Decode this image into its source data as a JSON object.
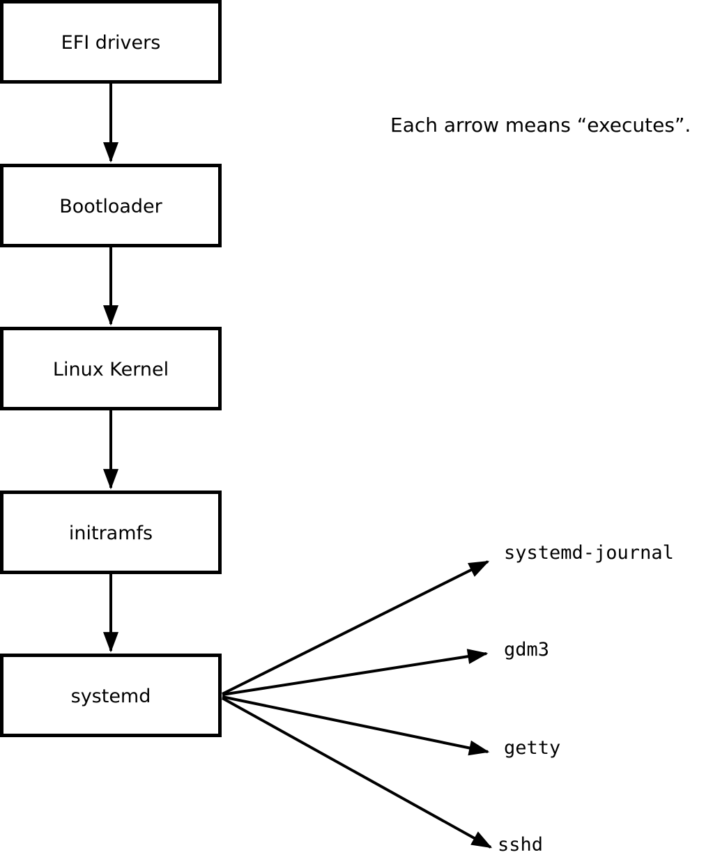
{
  "diagram": {
    "note": "Each arrow means “executes”.",
    "chain": [
      {
        "label": "EFI drivers"
      },
      {
        "label": "Bootloader"
      },
      {
        "label": "Linux Kernel"
      },
      {
        "label": "initramfs"
      },
      {
        "label": "systemd"
      }
    ],
    "targets": [
      {
        "label": "systemd-journal"
      },
      {
        "label": "gdm3"
      },
      {
        "label": "getty"
      },
      {
        "label": "sshd"
      }
    ],
    "colors": {
      "stroke": "#000000",
      "fill": "#ffffff",
      "text": "#000000"
    }
  }
}
